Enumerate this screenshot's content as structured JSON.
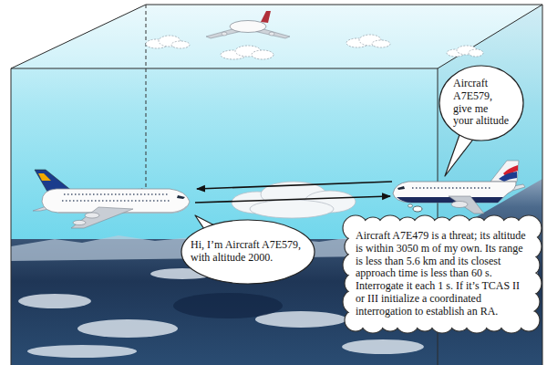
{
  "diagram": {
    "nodes": [
      {
        "text": [
          "Aircraft A7E579, give me your altitude"
        ]
      },
      {
        "text": [
          "Hi, I’m Aircraft A7E579, with altitude 2000."
        ]
      },
      {
        "text": [
          "Aircraft A7E479 is a threat; its altitude is within 3050 m of my own. Its range is less than 5.6 km and its closest approach time is less than 60 s. Interrogate it each 1 s. If it’s TCAS II or III initialize a coordinated interrogation to establish an RA."
        ]
      }
    ]
  }
}
